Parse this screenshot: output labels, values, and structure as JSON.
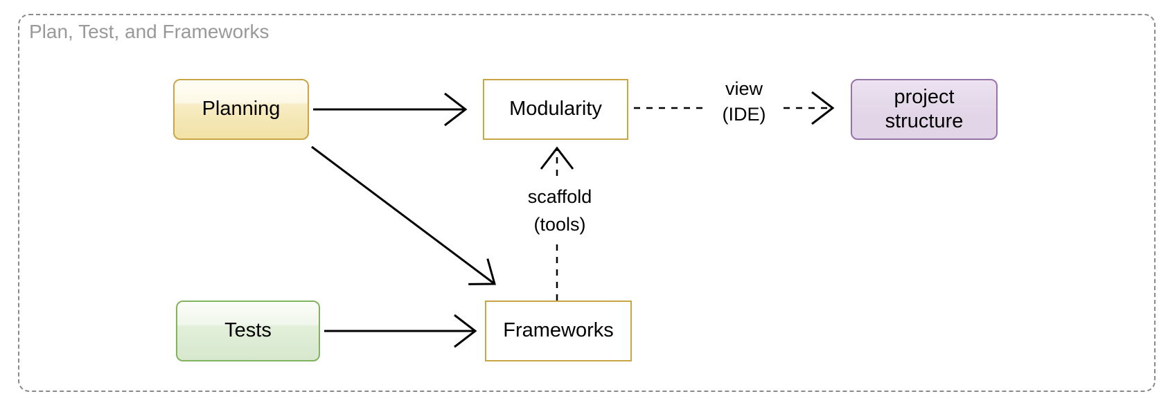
{
  "diagram": {
    "title": "Plan, Test, and Frameworks",
    "nodes": [
      {
        "id": "planning",
        "label": "Planning",
        "shape": "rounded-glass-yellow"
      },
      {
        "id": "tests",
        "label": "Tests",
        "shape": "rounded-glass-green"
      },
      {
        "id": "modularity",
        "label": "Modularity",
        "shape": "rect-white-gold"
      },
      {
        "id": "frameworks",
        "label": "Frameworks",
        "shape": "rect-white-gold"
      },
      {
        "id": "project-structure",
        "label": "project structure",
        "shape": "rounded-purple"
      }
    ],
    "edges": [
      {
        "from": "Planning",
        "to": "Modularity",
        "style": "solid",
        "label_lines": []
      },
      {
        "from": "Planning",
        "to": "Frameworks",
        "style": "solid",
        "label_lines": []
      },
      {
        "from": "Tests",
        "to": "Frameworks",
        "style": "solid",
        "label_lines": []
      },
      {
        "from": "Frameworks",
        "to": "Modularity",
        "style": "dashed",
        "label_lines": [
          "scaffold",
          "(tools)"
        ]
      },
      {
        "from": "Modularity",
        "to": "project structure",
        "style": "dashed",
        "label_lines": [
          "view",
          "(IDE)"
        ]
      }
    ],
    "colors": {
      "group-border": "#8a8a8a",
      "title-text": "#999999",
      "planning-fill-top": "#fffdf5",
      "planning-fill-bottom": "#f2e2a6",
      "planning-border": "#c9a544",
      "tests-fill-top": "#fbfdf9",
      "tests-fill-bottom": "#d6e8cd",
      "tests-border": "#80b35c",
      "plain-border": "#c9a544",
      "purple-fill": "#e1d5e7",
      "purple-border": "#9673a6",
      "edge-stroke": "#000000"
    }
  }
}
